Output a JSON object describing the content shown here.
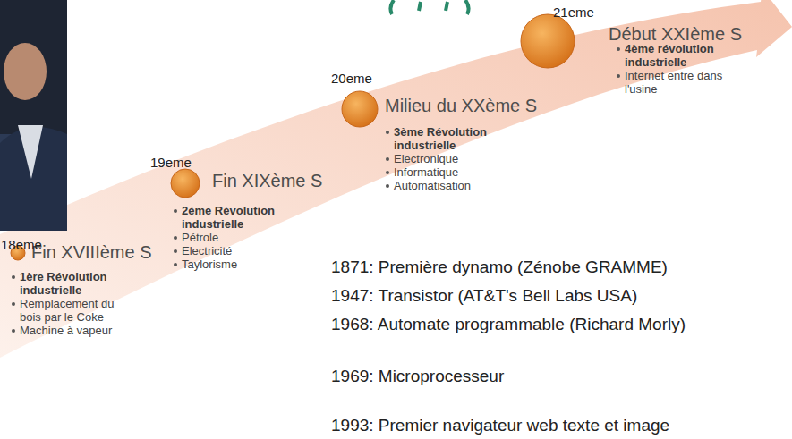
{
  "diagram": {
    "nodes": [
      {
        "text": [
          "Fin XVIIIème S",
          "1ère Révolution industrielle",
          "Remplacement du bois par le Coke",
          "Machine à vapeur"
        ]
      },
      {
        "text": [
          "Fin XIXème S",
          "2ème Révolution industrielle",
          "Pétrole",
          "Electricité",
          "Taylorisme"
        ]
      },
      {
        "text": [
          "Milieu du XXème S",
          "3ème Révolution industrielle",
          "Electronique",
          "Informatique",
          "Automatisation"
        ]
      },
      {
        "text": [
          "Début XXIème S",
          "4ème révolution industrielle",
          "Internet entre dans l'usine"
        ]
      }
    ],
    "labels": [
      "18eme",
      "19eme",
      "20eme",
      "21eme",
      "1871: Première dynamo (Zénobe GRAMME)",
      "1947: Transistor (AT&T's Bell Labs USA)",
      "1968: Automate programmable (Richard Morly)",
      "1969: Microprocesseur",
      "1993: Premier navigateur web texte et image"
    ]
  }
}
